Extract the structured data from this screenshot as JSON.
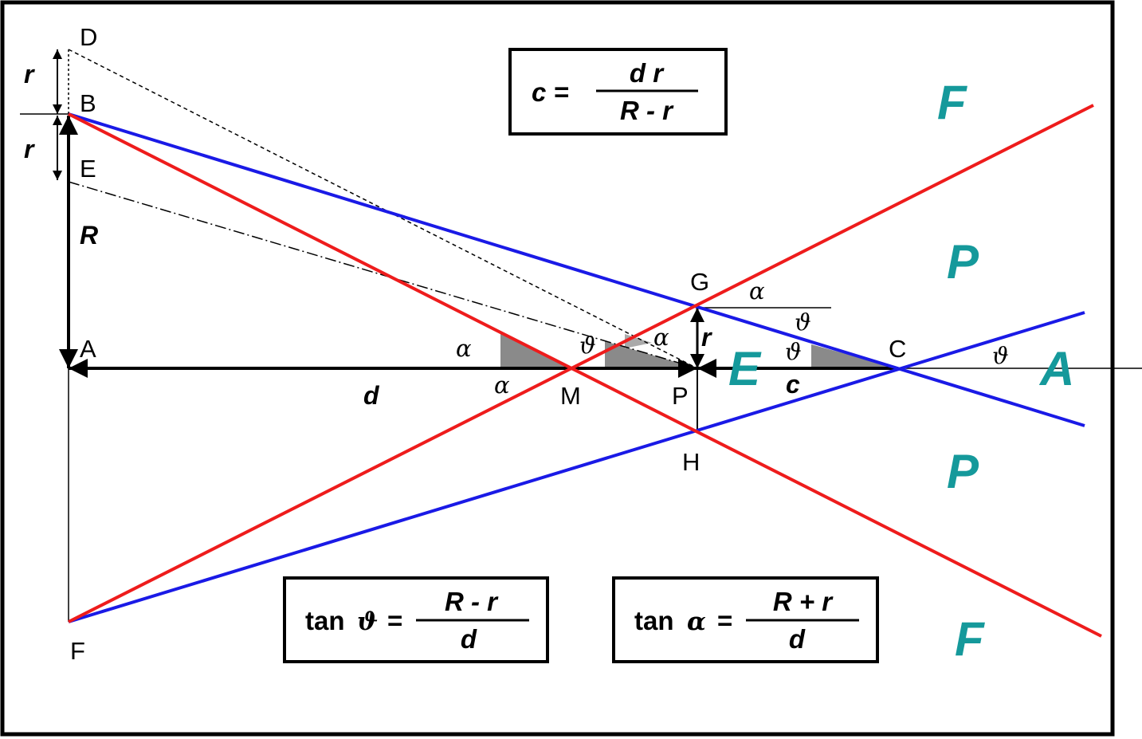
{
  "points": {
    "D": "D",
    "B": "B",
    "E": "E",
    "A": "A",
    "F": "F",
    "G": "G",
    "M": "M",
    "P": "P",
    "H": "H",
    "C": "C"
  },
  "variables": {
    "r_top": "r",
    "r_mid": "r",
    "R": "R",
    "d": "d",
    "r_right": "r",
    "c": "c"
  },
  "angles": {
    "alpha": "α",
    "theta": "ϑ"
  },
  "zones": {
    "F_top": "F",
    "P_top": "P",
    "E": "E",
    "A": "A",
    "P_bottom": "P",
    "F_bottom": "F"
  },
  "formulas": {
    "c": {
      "lhs": "c =",
      "numerator": "d r",
      "denominator": "R - r"
    },
    "tan_theta": {
      "fn": "tan",
      "var": "ϑ",
      "eq": "=",
      "numerator": "R - r",
      "denominator": "d"
    },
    "tan_alpha": {
      "fn": "tan",
      "var": "α",
      "eq": "=",
      "numerator": "R + r",
      "denominator": "d"
    }
  },
  "colors": {
    "red_rays": "#ee1c1c",
    "blue_rays": "#1a1ae6",
    "zone_labels": "#15999b",
    "shading": "#8a8a8a"
  }
}
